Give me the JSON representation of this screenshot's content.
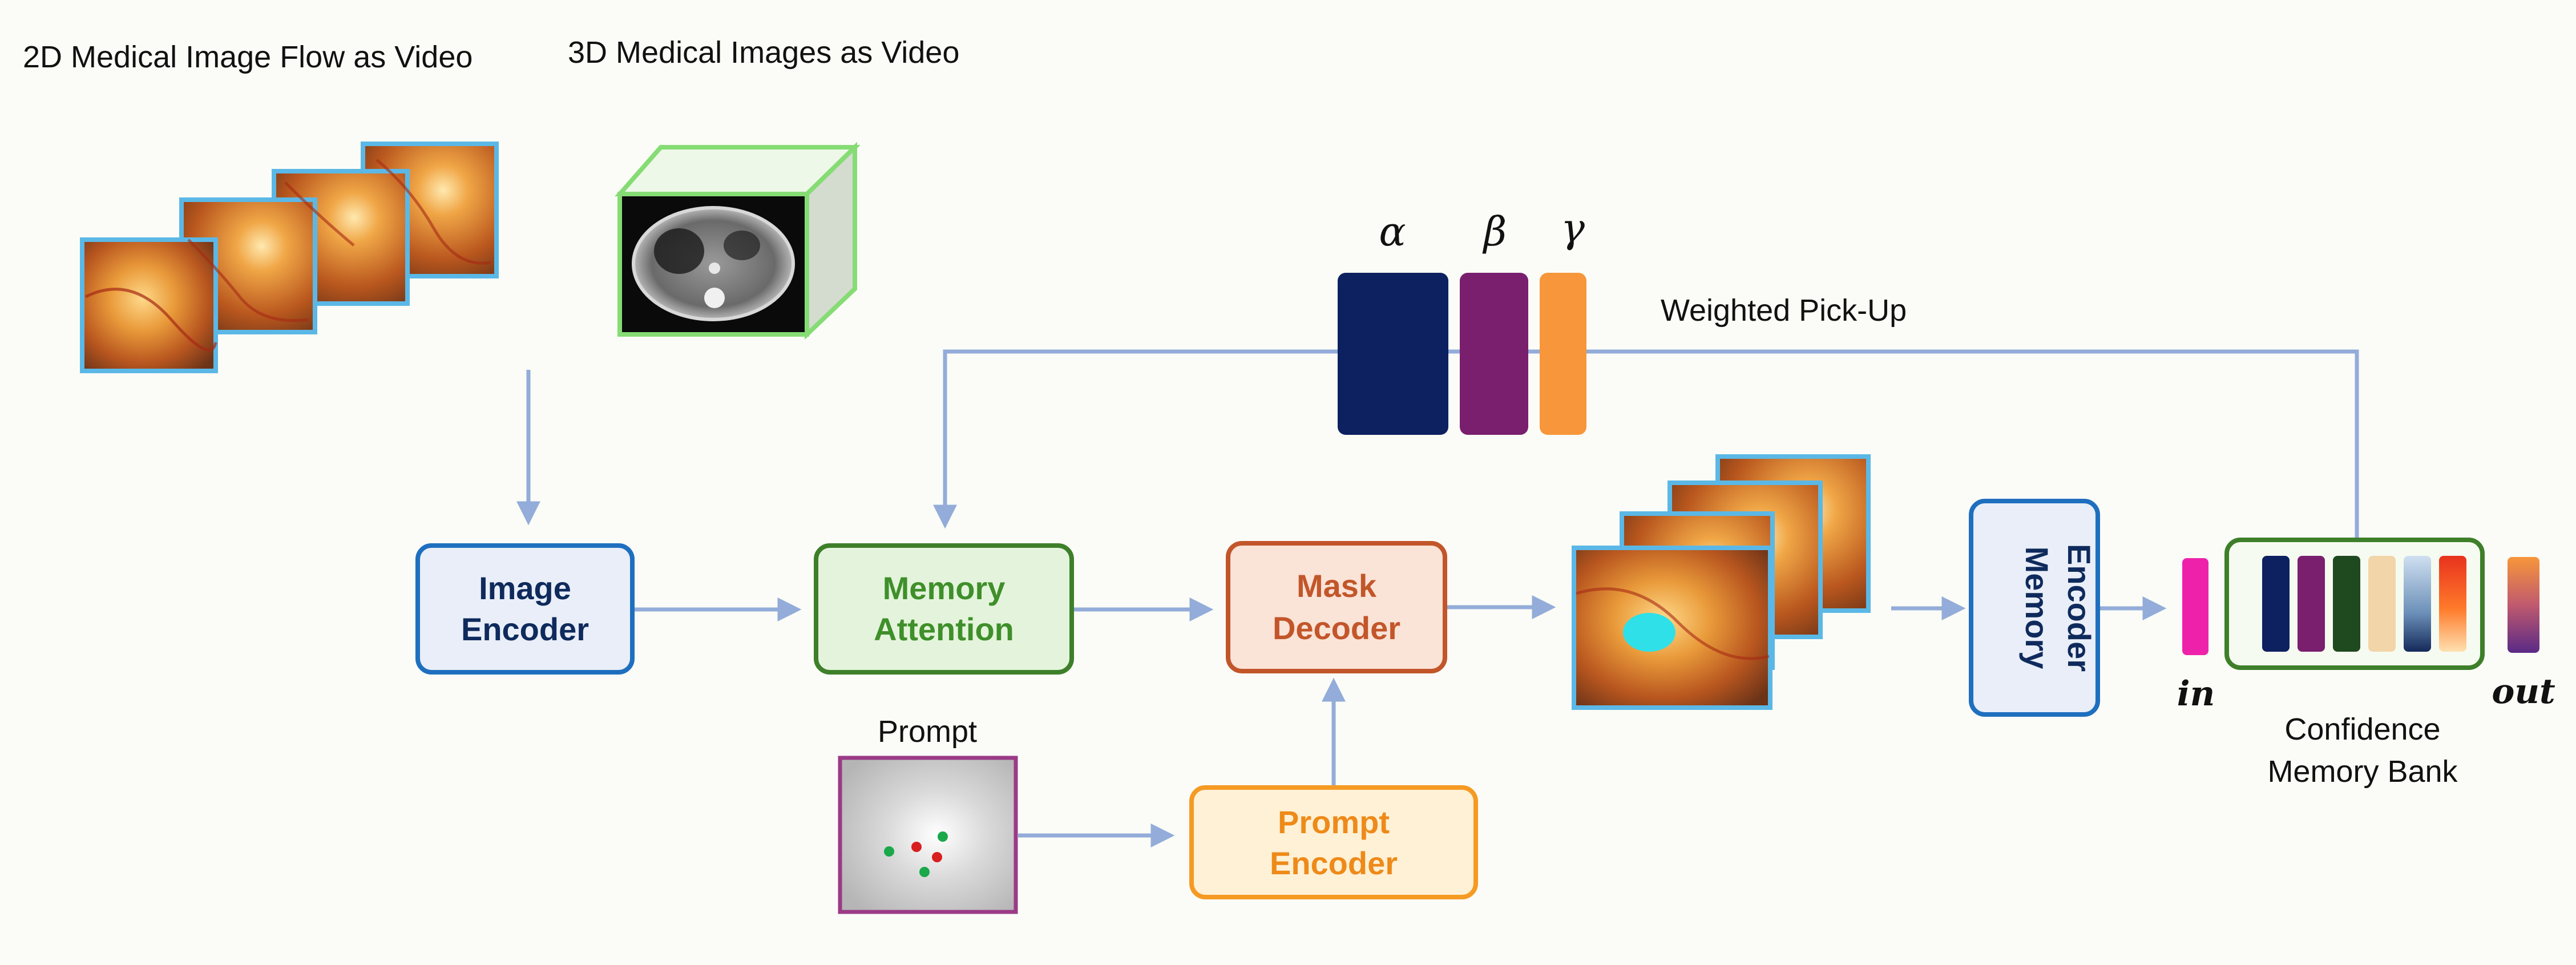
{
  "captions": {
    "video_2d": "2D Medical Image Flow as Video",
    "video_3d": "3D Medical Images as Video",
    "weighted_pickup": "Weighted Pick-Up",
    "prompt": "Prompt"
  },
  "modules": {
    "image_encoder": [
      "Image",
      "Encoder"
    ],
    "memory_attention": [
      "Memory",
      "Attention"
    ],
    "mask_decoder": [
      "Mask",
      "Decoder"
    ],
    "prompt_encoder": [
      "Prompt",
      "Encoder"
    ],
    "memory_encoder": [
      "Memory",
      "Encoder"
    ]
  },
  "weights": {
    "alpha": "α",
    "beta": "β",
    "gamma": "γ"
  },
  "memory_bank": {
    "label": [
      "Confidence",
      "Memory Bank"
    ],
    "in_label": "in",
    "out_label": "out"
  },
  "colors": {
    "arrow": "#93acd9",
    "frame_border": "#5bb8e6",
    "image_encoder": {
      "fill": "#e9eef8",
      "stroke": "#1f6fbf",
      "text": "#0f2a5c"
    },
    "memory_attention": {
      "fill": "#e4f4dc",
      "stroke": "#3e7f2a",
      "text": "#3f8f2a"
    },
    "mask_decoder": {
      "fill": "#fae3d7",
      "stroke": "#c2562a",
      "text": "#c2562a"
    },
    "prompt_encoder": {
      "fill": "#fff1d6",
      "stroke": "#f59a23",
      "text": "#ee8a19"
    },
    "memory_encoder": {
      "fill": "#e9eef8",
      "stroke": "#1f6fbf",
      "text": "#0f2a5c"
    },
    "memory_bank_border": "#3e7f2a",
    "alpha": "#0d2160",
    "beta": "#7a1f6e",
    "gamma": "#f7963a",
    "in_token": "#ee22aa",
    "prompt_border": "#9b3a87",
    "prompt_point_green": "#1aa84a",
    "prompt_point_red": "#d81e1e",
    "mask": "#2fe0e8",
    "ct_border": "#86dc74"
  }
}
